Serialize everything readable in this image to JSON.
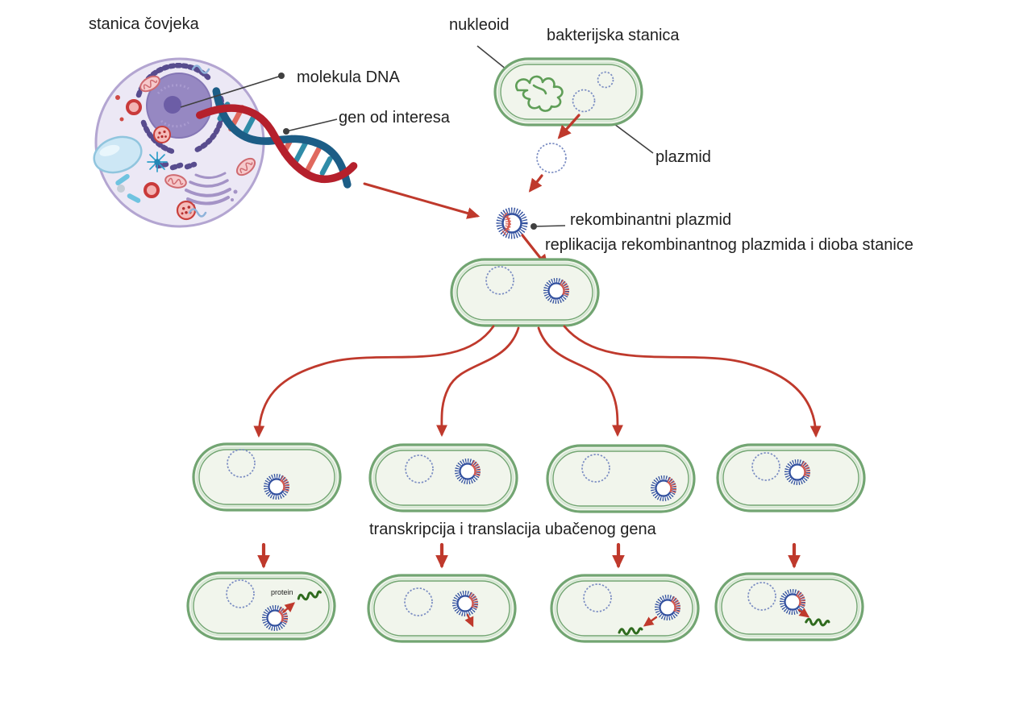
{
  "labels": {
    "stanica_covjeka": "stanica čovjeka",
    "nukleoid": "nukleoid",
    "bakterijska_stanica": "bakterijska stanica",
    "molekula_dna": "molekula DNA",
    "gen_od_interesa": "gen od interesa",
    "plazmid": "plazmid",
    "rekombinantni_plazmid": "rekombinantni plazmid",
    "replikacija": "replikacija rekombinantnog plazmida i dioba stanice",
    "transkripcija": "transkripcija i translacija ubačenog gena",
    "protein": "protein"
  },
  "colors": {
    "arrow_red": "#bf392c",
    "membrane_green": "#72a572",
    "membrane_light": "#d4e6d2",
    "cell_fill": "#f1f5ec",
    "nukleoid_green": "#5f9e57",
    "plasmid_blue": "#7a8cc2",
    "recombinant_blue": "#33519f",
    "insert_red": "#d85a4e",
    "protein_green": "#2f6b1e",
    "connector_gray": "#404040",
    "text": "#212121",
    "hc_fill": "#ece8f5",
    "hc_border": "#b3a5d1"
  }
}
